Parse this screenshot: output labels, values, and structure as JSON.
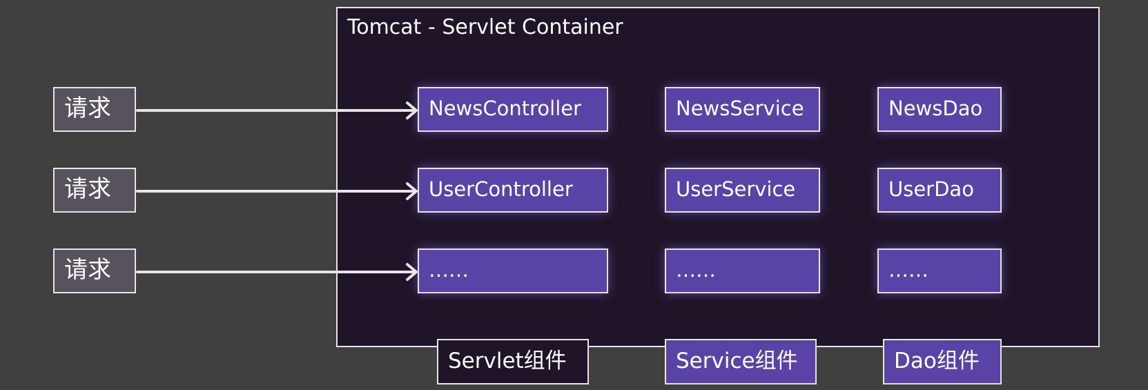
{
  "container": {
    "title": "Tomcat - Servlet Container"
  },
  "requests": [
    "请求",
    "请求",
    "请求"
  ],
  "controllers": [
    "NewsController",
    "UserController",
    "……"
  ],
  "services": [
    "NewsService",
    "UserService",
    "……"
  ],
  "daos": [
    "NewsDao",
    "UserDao",
    "……"
  ],
  "footer_labels": {
    "servlet": "Servlet组件",
    "service": "Service组件",
    "dao": "Dao组件"
  },
  "colors": {
    "background": "#404040",
    "container_fill": "#1f1428",
    "component_fill": "#5a43a6",
    "request_fill": "#57525e",
    "border": "#e6e6e6"
  }
}
